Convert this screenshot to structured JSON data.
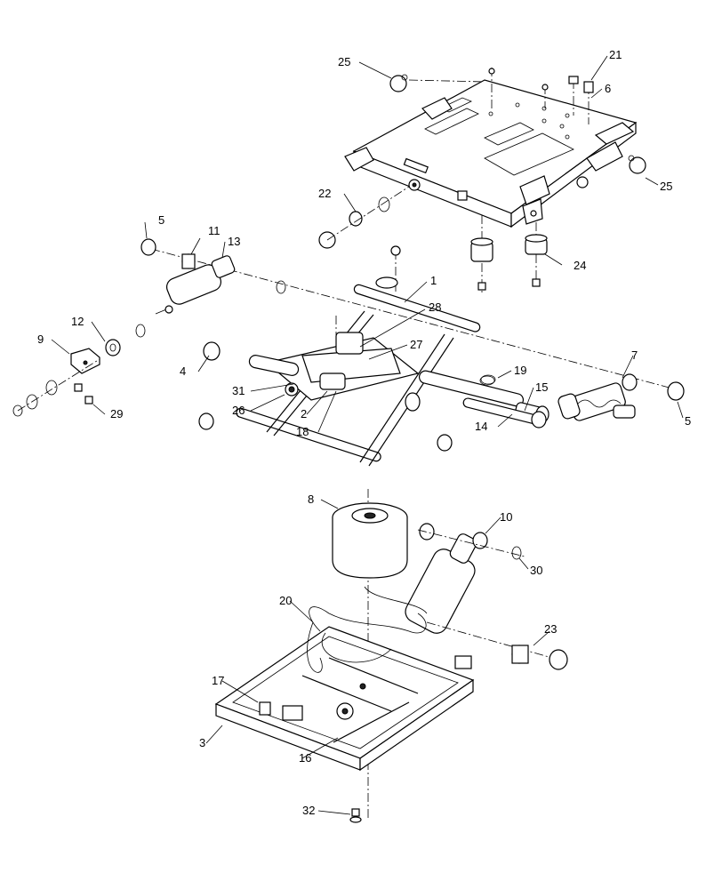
{
  "callouts": [
    {
      "id": "c1",
      "text": "1"
    },
    {
      "id": "c2",
      "text": "2"
    },
    {
      "id": "c3",
      "text": "3"
    },
    {
      "id": "c4",
      "text": "4"
    },
    {
      "id": "c5a",
      "text": "5"
    },
    {
      "id": "c5b",
      "text": "5"
    },
    {
      "id": "c6",
      "text": "6"
    },
    {
      "id": "c7",
      "text": "7"
    },
    {
      "id": "c8",
      "text": "8"
    },
    {
      "id": "c9",
      "text": "9"
    },
    {
      "id": "c10",
      "text": "10"
    },
    {
      "id": "c11",
      "text": "11"
    },
    {
      "id": "c12",
      "text": "12"
    },
    {
      "id": "c13",
      "text": "13"
    },
    {
      "id": "c14",
      "text": "14"
    },
    {
      "id": "c15",
      "text": "15"
    },
    {
      "id": "c16",
      "text": "16"
    },
    {
      "id": "c17",
      "text": "17"
    },
    {
      "id": "c18",
      "text": "18"
    },
    {
      "id": "c19",
      "text": "19"
    },
    {
      "id": "c20",
      "text": "20"
    },
    {
      "id": "c21",
      "text": "21"
    },
    {
      "id": "c22",
      "text": "22"
    },
    {
      "id": "c23",
      "text": "23"
    },
    {
      "id": "c24",
      "text": "24"
    },
    {
      "id": "c25a",
      "text": "25"
    },
    {
      "id": "c25b",
      "text": "25"
    },
    {
      "id": "c26",
      "text": "26"
    },
    {
      "id": "c27",
      "text": "27"
    },
    {
      "id": "c28",
      "text": "28"
    },
    {
      "id": "c29",
      "text": "29"
    },
    {
      "id": "c30",
      "text": "30"
    },
    {
      "id": "c31",
      "text": "31"
    },
    {
      "id": "c32",
      "text": "32"
    }
  ]
}
